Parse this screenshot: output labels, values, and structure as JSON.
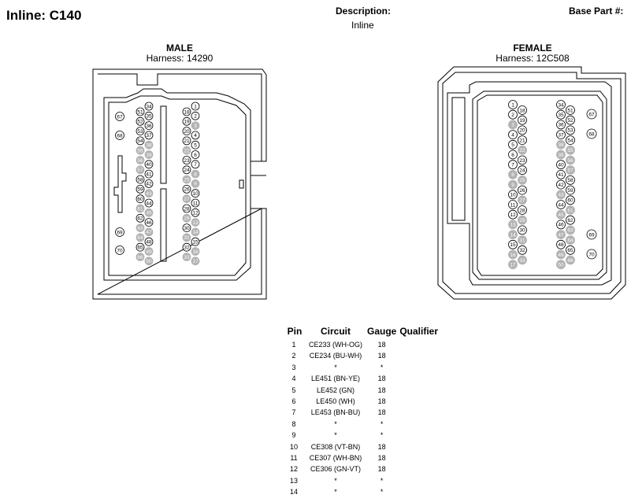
{
  "header": {
    "title": "Inline: C140",
    "description_label": "Description:",
    "description_value": "Inline",
    "base_part_label": "Base Part #:"
  },
  "male": {
    "name": "MALE",
    "harness": "Harness: 14290",
    "left_pins": [
      "67",
      "68",
      "69",
      "70"
    ],
    "col_a": [
      "51",
      "52",
      "53",
      "54",
      "55",
      "56",
      "57",
      "58",
      "59",
      "60",
      "61",
      "62",
      "63",
      "64",
      "65",
      "66"
    ],
    "col_b": [
      "34",
      "35",
      "36",
      "37",
      "38",
      "39",
      "40",
      "41",
      "42",
      "43",
      "44",
      "45",
      "46",
      "47",
      "48",
      "49",
      "50"
    ],
    "col_c": [
      "18",
      "19",
      "20",
      "21",
      "22",
      "23",
      "24",
      "25",
      "26",
      "27",
      "28",
      "29",
      "30",
      "31",
      "32",
      "33"
    ],
    "col_d": [
      "1",
      "2",
      "3",
      "4",
      "5",
      "6",
      "7",
      "8",
      "9",
      "10",
      "11",
      "12",
      "13",
      "14",
      "15",
      "16",
      "17"
    ]
  },
  "female": {
    "name": "FEMALE",
    "harness": "Harness: 12C508",
    "right_pins": [
      "67",
      "68",
      "69",
      "70"
    ],
    "col_a": [
      "1",
      "2",
      "3",
      "4",
      "5",
      "6",
      "7",
      "8",
      "9",
      "10",
      "11",
      "12",
      "13",
      "14",
      "15",
      "16",
      "17"
    ],
    "col_b": [
      "18",
      "19",
      "20",
      "21",
      "22",
      "23",
      "24",
      "25",
      "26",
      "27",
      "28",
      "29",
      "30",
      "31",
      "32",
      "33"
    ],
    "col_c": [
      "34",
      "35",
      "36",
      "37",
      "38",
      "39",
      "40",
      "41",
      "42",
      "43",
      "44",
      "45",
      "46",
      "47",
      "48",
      "49",
      "50"
    ],
    "col_d": [
      "51",
      "52",
      "53",
      "54",
      "55",
      "56",
      "57",
      "58",
      "59",
      "60",
      "61",
      "62",
      "63",
      "64",
      "65",
      "66"
    ]
  },
  "filled_pins": [
    "3",
    "8",
    "9",
    "13",
    "14",
    "16",
    "17",
    "22",
    "25",
    "27",
    "29",
    "31",
    "33",
    "38",
    "39",
    "43",
    "45",
    "47",
    "49",
    "50",
    "55",
    "56",
    "57",
    "61",
    "63",
    "64",
    "66"
  ],
  "table": {
    "headers": [
      "Pin",
      "Circuit",
      "Gauge",
      "Qualifier"
    ],
    "rows": [
      {
        "pin": "1",
        "circuit": "CE233 (WH-OG)",
        "gauge": "18",
        "qualifier": ""
      },
      {
        "pin": "2",
        "circuit": "CE234 (BU-WH)",
        "gauge": "18",
        "qualifier": ""
      },
      {
        "pin": "3",
        "circuit": "*",
        "gauge": "*",
        "qualifier": ""
      },
      {
        "pin": "4",
        "circuit": "LE451 (BN-YE)",
        "gauge": "18",
        "qualifier": ""
      },
      {
        "pin": "5",
        "circuit": "LE452 (GN)",
        "gauge": "18",
        "qualifier": ""
      },
      {
        "pin": "6",
        "circuit": "LE450 (WH)",
        "gauge": "18",
        "qualifier": ""
      },
      {
        "pin": "7",
        "circuit": "LE453 (BN-BU)",
        "gauge": "18",
        "qualifier": ""
      },
      {
        "pin": "8",
        "circuit": "*",
        "gauge": "*",
        "qualifier": ""
      },
      {
        "pin": "9",
        "circuit": "*",
        "gauge": "*",
        "qualifier": ""
      },
      {
        "pin": "10",
        "circuit": "CE308 (VT-BN)",
        "gauge": "18",
        "qualifier": ""
      },
      {
        "pin": "11",
        "circuit": "CE307 (WH-BN)",
        "gauge": "18",
        "qualifier": ""
      },
      {
        "pin": "12",
        "circuit": "CE306 (GN-VT)",
        "gauge": "18",
        "qualifier": ""
      },
      {
        "pin": "13",
        "circuit": "*",
        "gauge": "*",
        "qualifier": ""
      },
      {
        "pin": "14",
        "circuit": "*",
        "gauge": "*",
        "qualifier": ""
      }
    ]
  }
}
